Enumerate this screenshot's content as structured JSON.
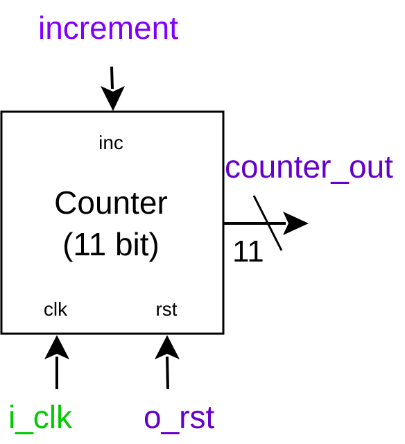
{
  "block": {
    "title_line1": "Counter",
    "title_line2": "(11 bit)",
    "ports": {
      "inc": "inc",
      "clk": "clk",
      "rst": "rst"
    }
  },
  "signals": {
    "increment": {
      "label": "increment",
      "color": "#7f00ff"
    },
    "counter_out": {
      "label": "counter_out",
      "color": "#6600cc"
    },
    "i_clk": {
      "label": "i_clk",
      "color": "#00cc00"
    },
    "o_rst": {
      "label": "o_rst",
      "color": "#6600cc"
    }
  },
  "bus_width": "11",
  "colors": {
    "line": "#000000",
    "background": "#ffffff"
  }
}
